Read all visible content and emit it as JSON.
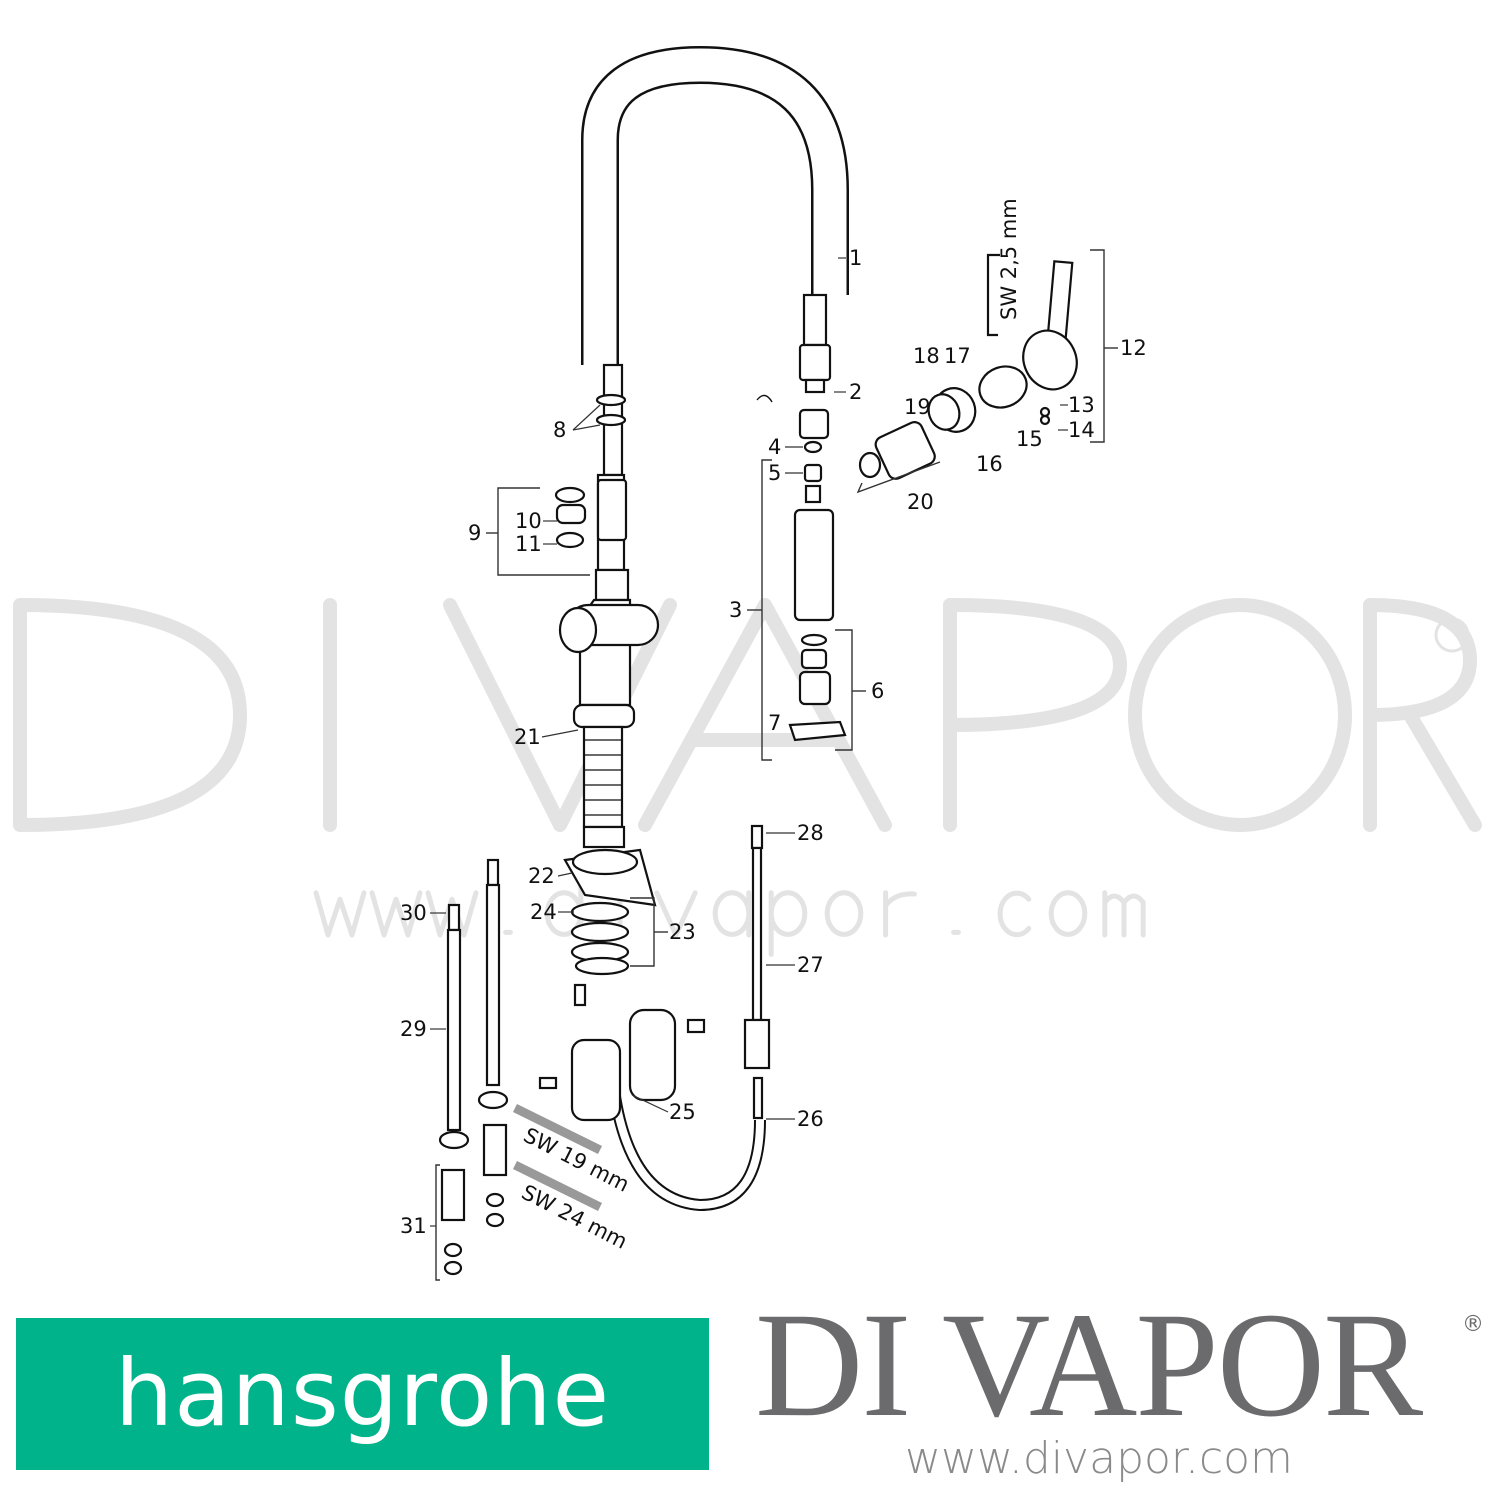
{
  "watermark": {
    "brand": "DI VAPOR",
    "registered": "®",
    "url": "www.divapor.com"
  },
  "part_labels": [
    "1",
    "2",
    "3",
    "4",
    "5",
    "6",
    "7",
    "8",
    "9",
    "10",
    "11",
    "12",
    "13",
    "14",
    "15",
    "16",
    "17",
    "18",
    "19",
    "20",
    "21",
    "22",
    "23",
    "24",
    "25",
    "26",
    "27",
    "28",
    "29",
    "30",
    "31"
  ],
  "tool_labels": {
    "hex_key": "SW 2,5 mm",
    "wrench_small": "SW 19 mm",
    "wrench_large": "SW 24 mm"
  },
  "footer": {
    "manufacturer_logo": "hansgrohe",
    "manufacturer_color": "#00b38a",
    "retailer_logo": "DI VAPOR",
    "retailer_registered": "®",
    "retailer_url": "www.divapor.com",
    "retailer_color": "#6b6b6d"
  }
}
